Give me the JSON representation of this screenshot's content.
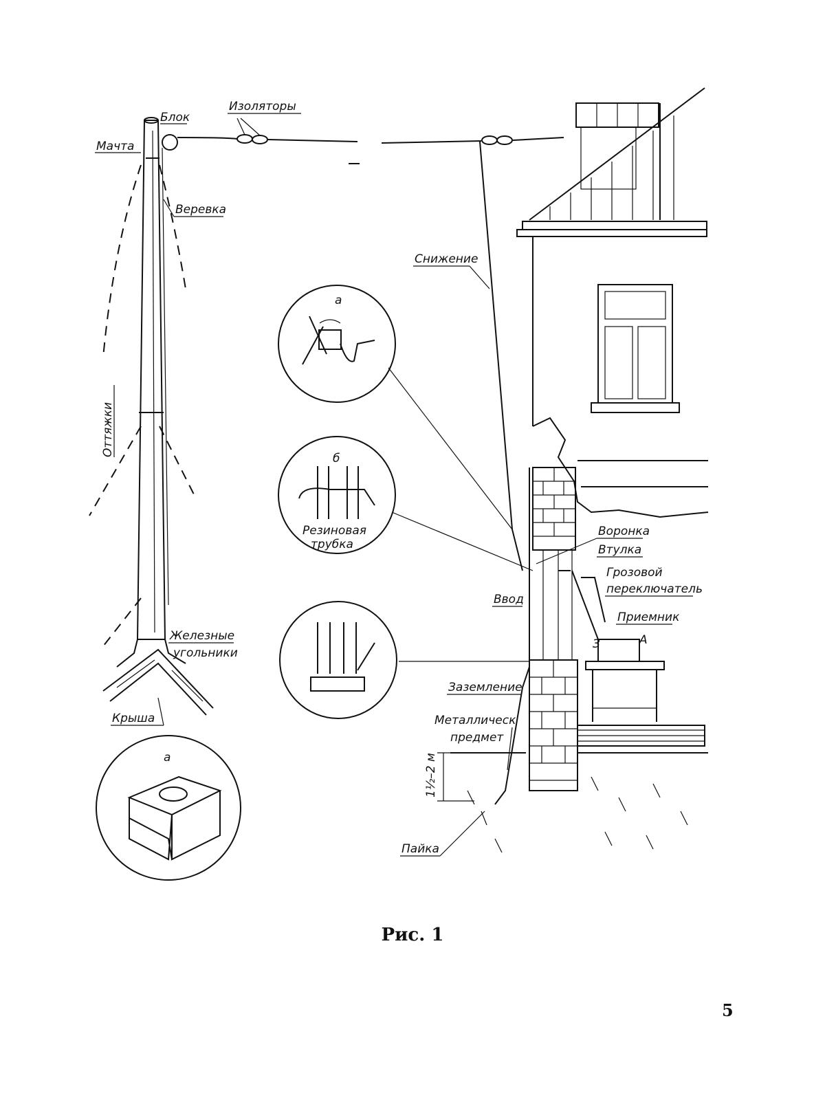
{
  "labels": {
    "mast": "Мачта",
    "block": "Блок",
    "insulators": "Изоляторы",
    "rope": "Веревка",
    "guys": "Оттяжки",
    "descent": "Снижение",
    "funnel": "Воронка",
    "bushing": "Втулка",
    "lightning_switch_line1": "Грозовой",
    "lightning_switch_line2": "переключатель",
    "receiver": "Приемник",
    "entry": "Ввод",
    "iron_angles_line1": "Железные",
    "iron_angles_line2": "угольники",
    "roof": "Крыша",
    "grounding": "Заземление",
    "metal_object_line1": "Металлическ",
    "metal_object_line2": "предмет",
    "solder": "Пайка",
    "rubber_tube_line1": "Резиновая",
    "rubber_tube_line2": "трубка",
    "inset_a": "а",
    "inset_b": "б",
    "inset_a_bottom": "а",
    "depth": "1½–2 м",
    "terminal_z": "З",
    "terminal_a": "А"
  },
  "caption": "Рис. 1",
  "page_number": "5"
}
